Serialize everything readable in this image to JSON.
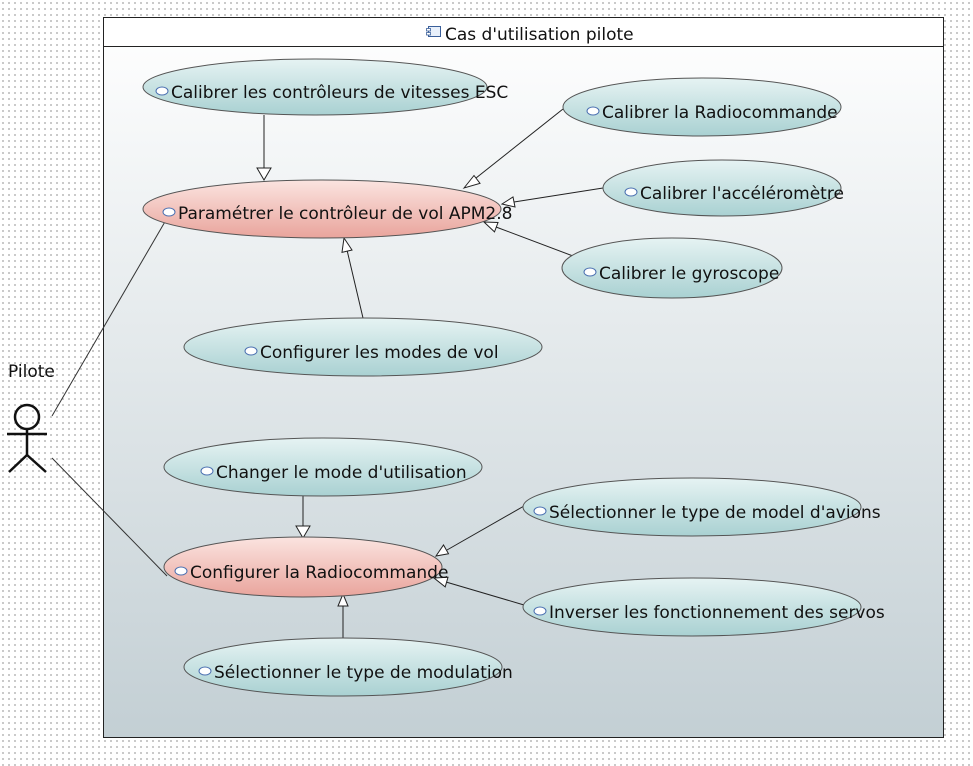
{
  "system": {
    "title": "Cas d'utilisation pilote",
    "icon": "component-icon"
  },
  "actor": {
    "name": "Pilote"
  },
  "colors": {
    "primary_fill_top": "#fbe4e0",
    "primary_fill_bottom": "#e9a49c",
    "secondary_fill_top": "#e6f3f3",
    "secondary_fill_bottom": "#a9d1d2",
    "boundary_top": "#ffffff",
    "boundary_bottom": "#c3cfd4"
  },
  "use_cases": {
    "parametrer": "Paramétrer le contrôleur de vol APM2.8",
    "calibrer_esc": "Calibrer les contrôleurs de vitesses ESC",
    "calibrer_radio": "Calibrer la Radiocommande",
    "calibrer_accel": "Calibrer l'accéléromètre",
    "calibrer_gyro": "Calibrer le gyroscope",
    "configurer_modes": "Configurer les modes de vol",
    "configurer_radio": "Configurer la Radiocommande",
    "changer_mode": "Changer le mode d'utilisation",
    "selectionner_avion": "Sélectionner le type de model d'avions",
    "inverser_servos": "Inverser les fonctionnement des servos",
    "selectionner_modulation": "Sélectionner le type de modulation"
  }
}
